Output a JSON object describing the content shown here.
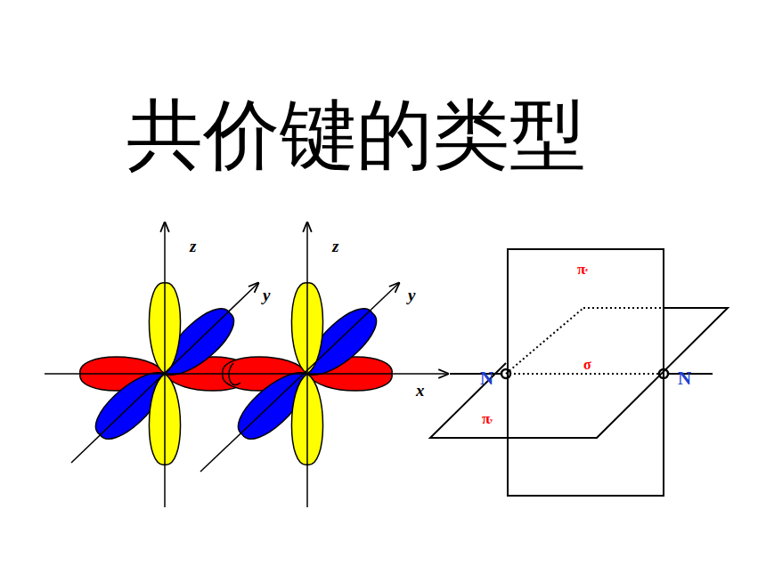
{
  "diagram": {
    "title": "共价键的类型",
    "labels": [
      "z",
      "y",
      "z",
      "y",
      "x",
      "N",
      "π",
      "z",
      "σ",
      "N",
      "π",
      "y"
    ]
  }
}
